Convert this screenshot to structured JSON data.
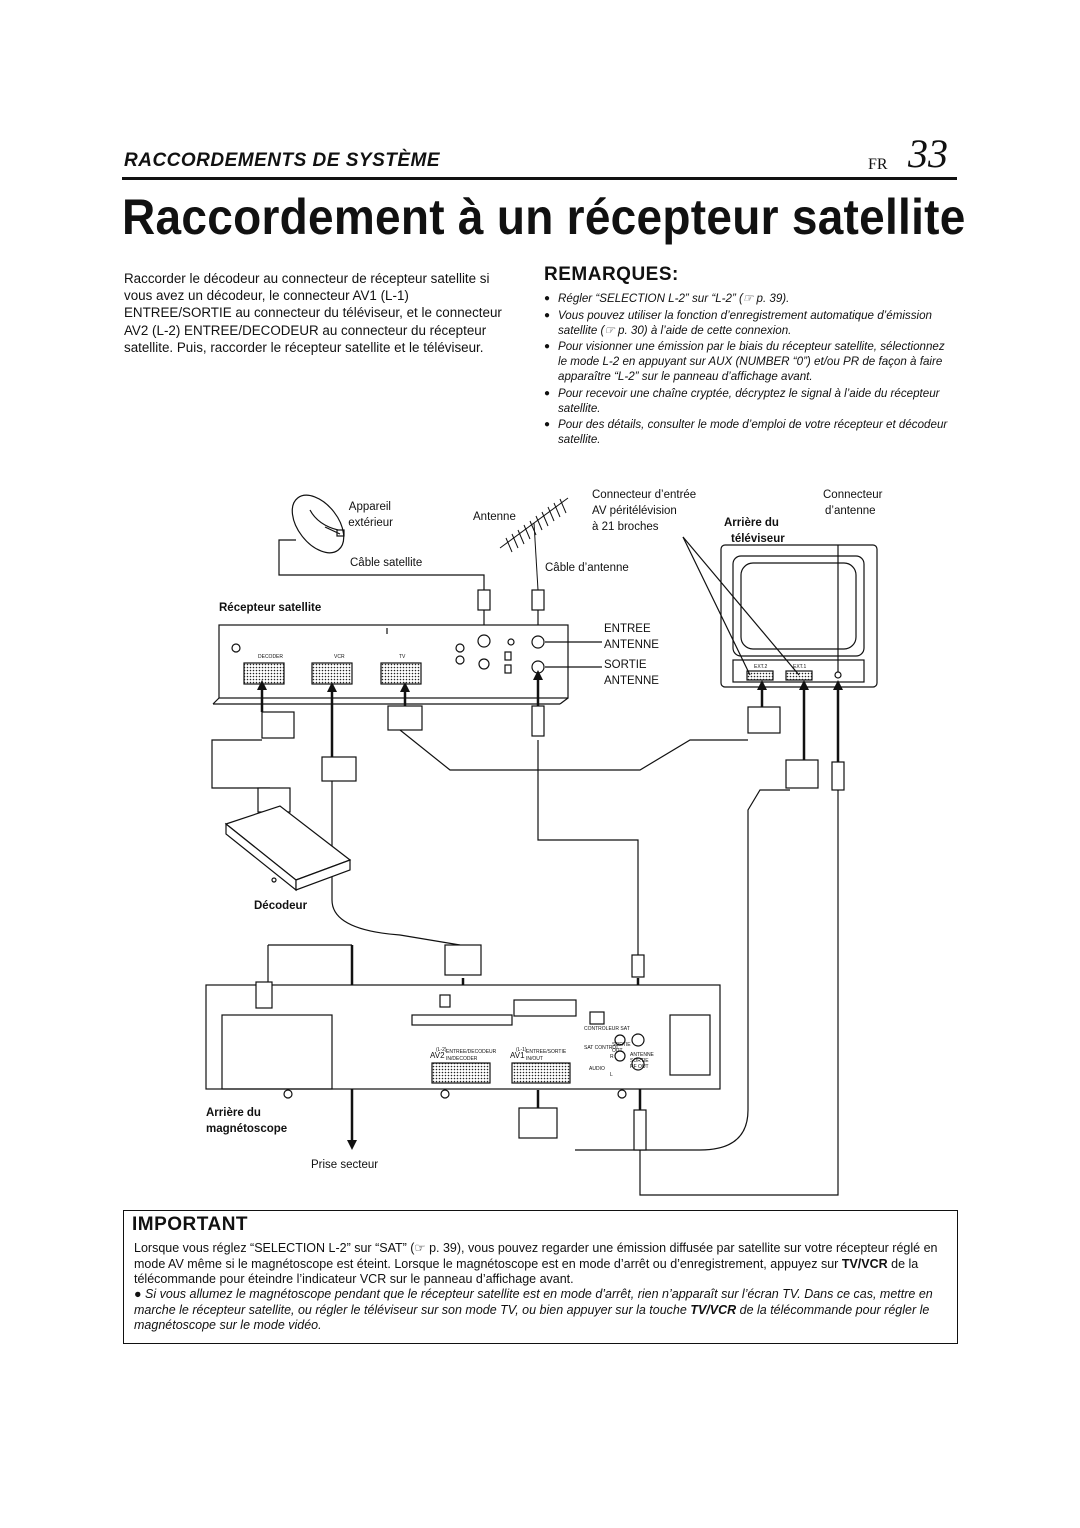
{
  "header": {
    "section": "RACCORDEMENTS DE SYSTÈME",
    "lang": "FR",
    "page": "33"
  },
  "title": "Raccordement à un récepteur satellite",
  "intro": "Raccorder le décodeur au connecteur de récepteur satellite si vous avez un décodeur, le connecteur AV1 (L-1) ENTREE/SORTIE au connecteur du téléviseur, et le connecteur AV2 (L-2) ENTREE/DECODEUR au connecteur du récepteur satellite. Puis, raccorder le récepteur satellite et le téléviseur.",
  "remarks": {
    "title": "REMARQUES:",
    "bullet": "●",
    "items": [
      "Régler “SELECTION L-2” sur “L-2” (☞ p. 39).",
      "Vous pouvez utiliser la fonction d’enregistrement automatique d’émission satellite (☞ p. 30) à l’aide de cette connexion.",
      "Pour visionner une émission par le biais du récepteur satellite, sélectionnez le mode L-2 en appuyant sur AUX (NUMBER “0”) et/ou PR de façon à faire apparaître “L-2” sur le panneau d’affichage avant.",
      "Pour recevoir une chaîne cryptée, décryptez le signal à l’aide du récepteur satellite.",
      "Pour des détails, consulter le mode d’emploi de votre récepteur et décodeur satellite."
    ]
  },
  "diagram": {
    "outdoor_unit": [
      "Appareil",
      "extérieur"
    ],
    "antenna": "Antenne",
    "sat_cable": "Câble satellite",
    "antenna_cable": "Câble d’antenne",
    "av_connector": [
      "Connecteur d’entrée",
      "AV péritélévision",
      "à 21 broches"
    ],
    "tv_rear": [
      "Arrière du",
      "téléviseur"
    ],
    "antenna_connector": [
      "Connecteur",
      "d’antenne"
    ],
    "sat_receiver": "Récepteur satellite",
    "antenna_in": [
      "ENTREE",
      "ANTENNE"
    ],
    "antenna_out": [
      "SORTIE",
      "ANTENNE"
    ],
    "receiver_ports": [
      "DECODER",
      "VCR",
      "TV"
    ],
    "tv_ports": [
      "EXT.2",
      "EXT.1"
    ],
    "decoder": "Décodeur",
    "vcr_rear": [
      "Arrière du",
      "magnétoscope"
    ],
    "mains": "Prise secteur",
    "vcr_small": {
      "sat_control": [
        "CONTROLEUR SAT",
        "SAT CONTROL"
      ],
      "av2": "AV2",
      "av2_sub": "(L-2)",
      "av2_label": [
        "ENTREE/DECODEUR",
        "IN/DECODER"
      ],
      "av1": "AV1",
      "av1_sub": "(L-1)",
      "av1_label": [
        "ENTREE/SORTIE",
        "IN/OUT"
      ],
      "audio": "AUDIO",
      "sortie_out": [
        "SORTIE",
        "OUT"
      ],
      "antenna_rf": [
        "ANTENNE",
        "SORTIE",
        "RF OUT"
      ],
      "r": "R",
      "l": "L"
    }
  },
  "important": {
    "title": "IMPORTANT",
    "text_pre": "Lorsque vous réglez “SELECTION L-2” sur “SAT” (☞ p. 39), vous pouvez regarder une émission diffusée par satellite sur votre récepteur réglé en mode AV même si le magnétoscope est éteint. Lorsque le magnétoscope est en mode d’arrêt ou d’enregistrement, appuyez sur ",
    "text_key": "TV/VCR",
    "text_post": " de la télécommande pour éteindre l’indicateur VCR sur le panneau d’affichage avant.",
    "note_pre": "Si vous allumez le magnétoscope pendant que le récepteur satellite est en mode d’arrêt, rien n’apparaît sur l’écran TV. Dans ce cas, mettre en marche le récepteur satellite, ou régler le téléviseur sur son mode TV, ou bien appuyer sur la touche ",
    "note_key": "TV/VCR",
    "note_post": " de la télécommande pour régler le magnétoscope sur le mode vidéo."
  }
}
